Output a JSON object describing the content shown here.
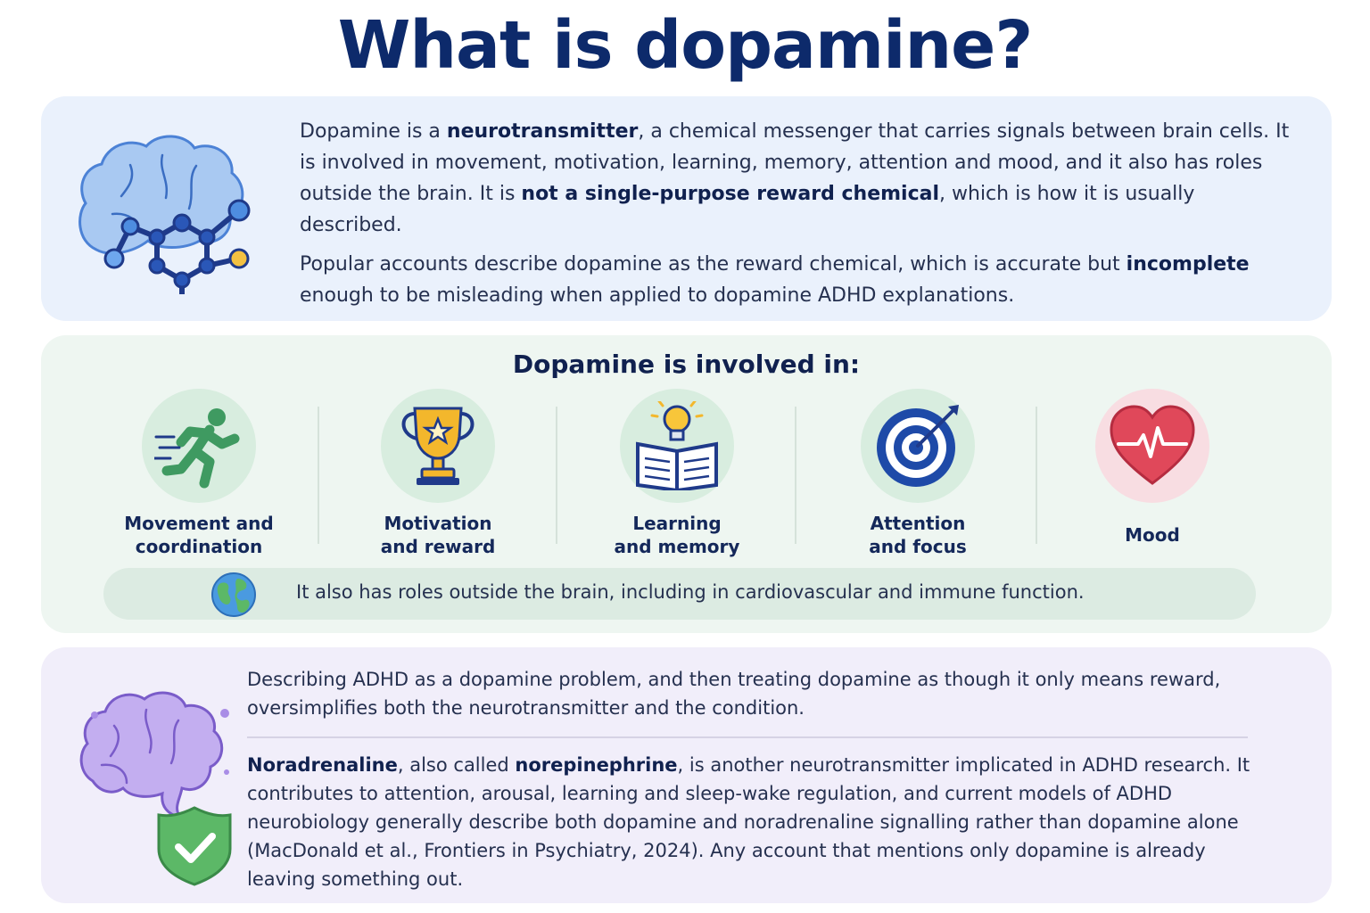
{
  "title": "What is dopamine?",
  "intro": {
    "p1_a": "Dopamine is a ",
    "p1_b": "neurotransmitter",
    "p1_c": ", a chemical messenger that carries signals between brain cells. It is involved in movement, motivation, learning, memory, attention and mood, and it also has roles outside the brain. It is ",
    "p1_d": "not a single-purpose reward chemical",
    "p1_e": ", which is how it is usually described.",
    "p2_a": "Popular accounts describe dopamine as the reward chemical, which is accurate but ",
    "p2_b": "incomplete",
    "p2_c": " enough to be misleading when applied to dopamine ADHD explanations.",
    "icon": "brain-molecule-icon"
  },
  "involved": {
    "title": "Dopamine is involved in:",
    "categories": [
      {
        "line1": "Movement and",
        "line2": "coordination",
        "icon": "running-person-icon"
      },
      {
        "line1": "Motivation",
        "line2": "and reward",
        "icon": "trophy-icon"
      },
      {
        "line1": "Learning",
        "line2": "and memory",
        "icon": "book-lightbulb-icon"
      },
      {
        "line1": "Attention",
        "line2": "and focus",
        "icon": "target-icon"
      },
      {
        "line1": "Mood",
        "line2": "",
        "icon": "heart-pulse-icon"
      }
    ],
    "outside": "It also has roles outside the brain, including in cardiovascular and immune function.",
    "outside_icon": "globe-icon"
  },
  "adhd": {
    "p1": "Describing ADHD as a dopamine problem, and then treating dopamine as though it only means reward, oversimplifies both the neurotransmitter and the condition.",
    "p2_a": "Noradrenaline",
    "p2_b": ", also called ",
    "p2_c": "norepinephrine",
    "p2_d": ", is another neurotransmitter implicated in ADHD research. It contributes to attention, arousal, learning and sleep-wake regulation, and current models of ADHD neurobiology generally describe both dopamine and noradrenaline signalling rather than dopamine alone (MacDonald et al., Frontiers in Psychiatry, 2024). Any account that mentions only dopamine is already leaving something out.",
    "icons": [
      "brain-icon",
      "shield-check-icon"
    ]
  },
  "colors": {
    "title": "#0d2a6b",
    "panel_blue": "#eaf1fc",
    "panel_green": "#eef6f1",
    "panel_purple": "#f1eefa",
    "accent_green": "#3f9a61",
    "accent_red": "#e0485a",
    "accent_gold": "#f3b72c",
    "accent_blue": "#1e4aa8"
  }
}
